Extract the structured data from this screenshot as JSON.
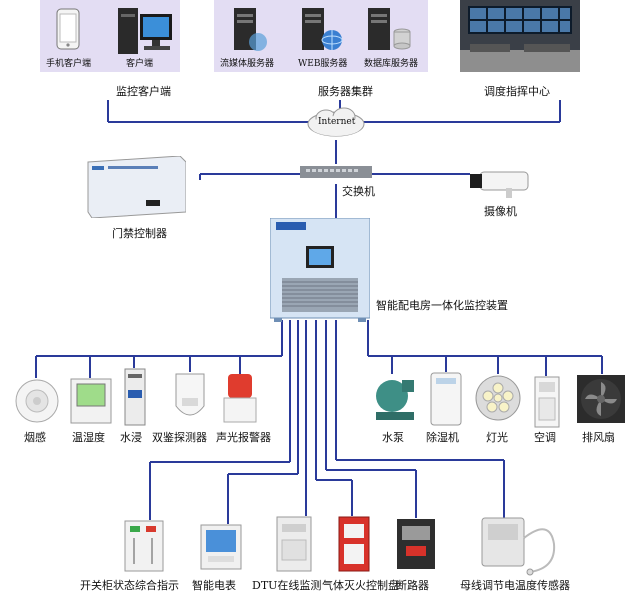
{
  "top": {
    "client_group_label": "监控客户端",
    "phone_client": "手机客户端",
    "pc_client": "客户端",
    "streaming_server": "流媒体服务器",
    "web_server": "WEB服务器",
    "database_server": "数据库服务器",
    "server_cluster_label": "服务器集群",
    "dispatch_center": "调度指挥中心"
  },
  "network": {
    "internet": "Internet",
    "switch": "交换机",
    "camera": "摄像机",
    "access_controller": "门禁控制器",
    "main_device": "智能配电房一体化监控装置"
  },
  "sensors_left": [
    "烟感",
    "温湿度",
    "水浸",
    "双鉴探测器",
    "声光报警器"
  ],
  "devices_right": [
    "水泵",
    "除湿机",
    "灯光",
    "空调",
    "排风扇"
  ],
  "bottom_devices": [
    "开关柜状态综合指示",
    "智能电表",
    "DTU在线监测",
    "气体灭火控制盘",
    "断路器",
    "母线调节电温度传感器"
  ]
}
